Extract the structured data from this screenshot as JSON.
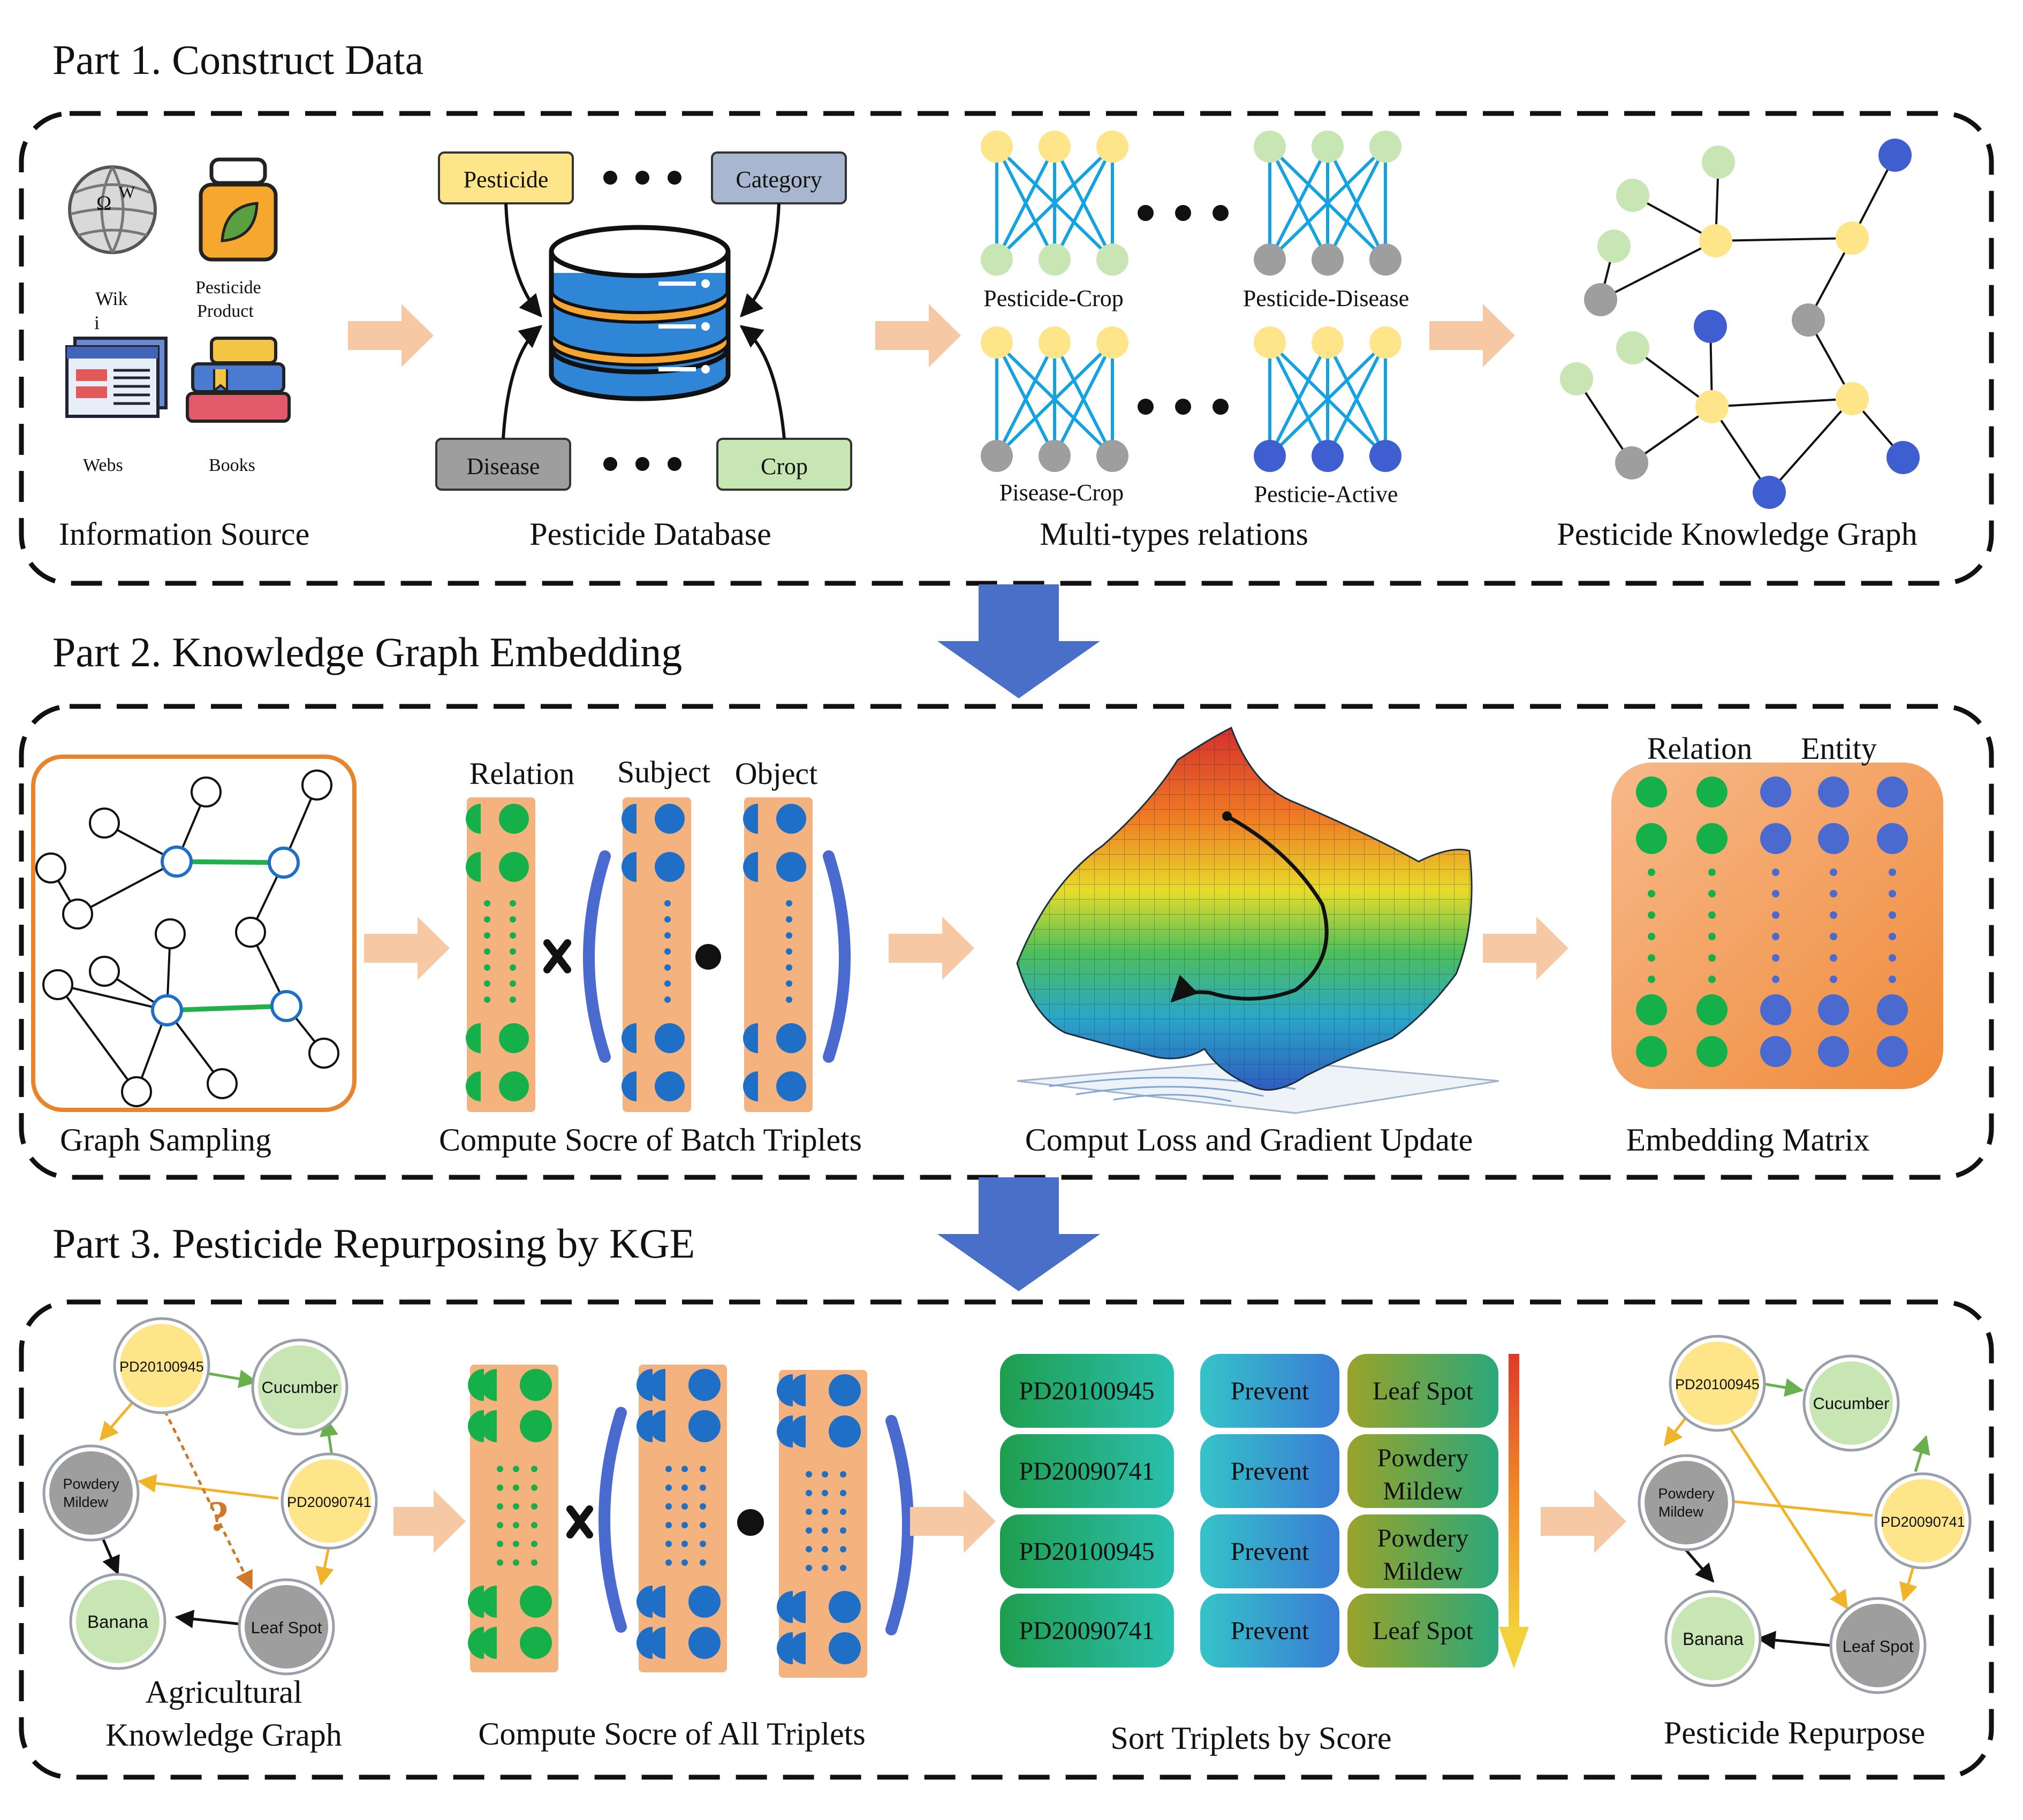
{
  "part1": {
    "title": "Part 1. Construct Data",
    "info_source": {
      "wiki_label_line1": "Wik",
      "wiki_label_line2": "i",
      "product_label_line1": "Pesticide",
      "product_label_line2": "Product",
      "webs_label": "Webs",
      "books_label": "Books",
      "caption": "Information Source"
    },
    "database": {
      "pesticide": "Pesticide",
      "category": "Category",
      "disease": "Disease",
      "crop": "Crop",
      "caption": "Pesticide Database"
    },
    "relations": {
      "pc": "Pesticide-Crop",
      "pd": "Pesticide-Disease",
      "dc": "Pisease-Crop",
      "pa": "Pesticie-Active",
      "caption": "Multi-types relations"
    },
    "kg_caption": "Pesticide Knowledge Graph"
  },
  "part2": {
    "title": "Part 2.  Knowledge Graph Embedding",
    "sampling_caption": "Graph Sampling",
    "relation_label": "Relation",
    "subject_label": "Subject",
    "object_label": "Object",
    "score_caption": "Compute Socre of Batch Triplets",
    "loss_caption": "Comput Loss and Gradient Update",
    "matrix_relation_label": "Relation",
    "matrix_entity_label": "Entity",
    "matrix_caption": "Embedding Matrix"
  },
  "part3": {
    "title": "Part 3.  Pesticide Repurposing by KGE",
    "agkg": {
      "pd1": "PD20100945",
      "pd2": "PD20090741",
      "cucumber": "Cucumber",
      "powdery_line1": "Powdery",
      "powdery_line2": "Mildew",
      "banana": "Banana",
      "leafspot": "Leaf Spot",
      "question": "?",
      "caption_line1": "Agricultural",
      "caption_line2": "Knowledge Graph"
    },
    "all_caption": "Compute Socre of All Triplets",
    "triplets": [
      {
        "subject": "PD20100945",
        "relation": "Prevent",
        "object_line1": "Leaf Spot",
        "object_line2": ""
      },
      {
        "subject": "PD20090741",
        "relation": "Prevent",
        "object_line1": "Powdery",
        "object_line2": "Mildew"
      },
      {
        "subject": "PD20100945",
        "relation": "Prevent",
        "object_line1": "Powdery",
        "object_line2": "Mildew"
      },
      {
        "subject": "PD20090741",
        "relation": "Prevent",
        "object_line1": "Leaf Spot",
        "object_line2": ""
      }
    ],
    "sort_caption": "Sort Triplets by Score",
    "repurpose_caption": "Pesticide Repurpose"
  },
  "colors": {
    "peach_arrow": "#f6c8a3",
    "blue_arrow": "#4a6fc8",
    "column_fill": "#f4b27f",
    "green_dot": "#16b04a",
    "blue_dot": "#1f6fc6",
    "matrix_blue": "#4a6ad0",
    "net_blue": "#14a3e0",
    "pesticide_yellow": "#ffe58a",
    "crop_green": "#c8e6b4",
    "disease_grey": "#9e9e9e",
    "active_blue": "#3f5fd0"
  }
}
